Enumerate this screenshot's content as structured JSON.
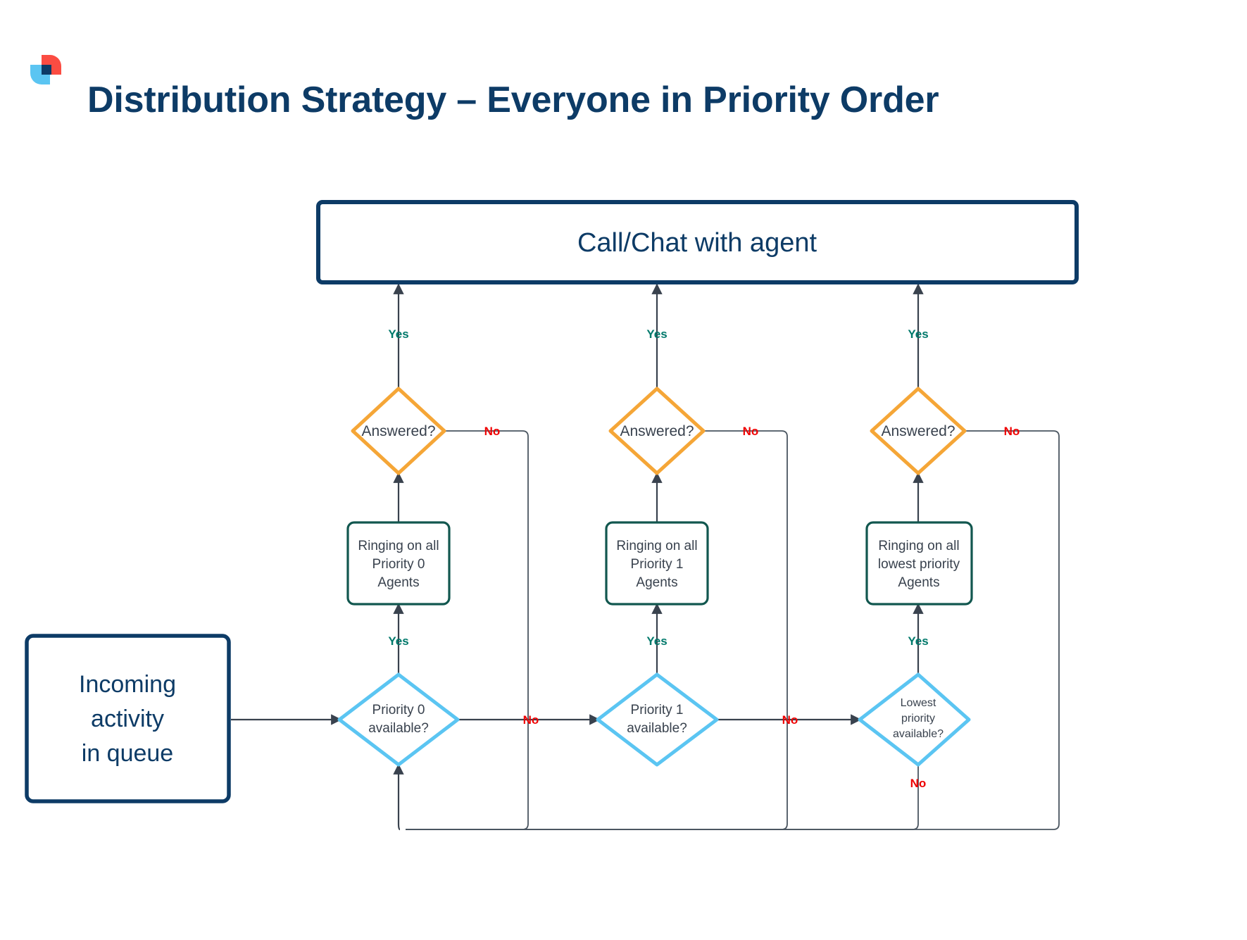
{
  "header": {
    "title": "Distribution Strategy – Everyone in Priority Order",
    "logo_name": "eight-x-eight-logo",
    "logo_colors": {
      "red": "#fb4c42",
      "light_blue": "#5bc5f2",
      "navy": "#0d3b66"
    }
  },
  "diagram": {
    "type": "flowchart",
    "colors": {
      "navy": "#0d3b66",
      "teal_border": "#12574f",
      "amber_border": "#f5a637",
      "light_blue_border": "#5bc5f2",
      "yes_label": "#00796b",
      "no_label": "#ee0000",
      "connector": "#39424e",
      "node_text": "#39424e"
    },
    "start_node": {
      "name": "incoming-activity-in-queue",
      "lines": [
        "Incoming",
        "activity",
        "in queue"
      ]
    },
    "terminal_node": {
      "name": "call-chat-with-agent",
      "label": "Call/Chat with agent"
    },
    "columns": [
      {
        "id": "priority-0",
        "decision_available": {
          "lines": [
            "Priority 0",
            "available?"
          ]
        },
        "process": {
          "lines": [
            "Ringing on all",
            "Priority 0",
            "Agents"
          ]
        },
        "decision_answered": {
          "label": "Answered?"
        },
        "edge_available_yes": "Yes",
        "edge_available_no": "No",
        "edge_answered_yes": "Yes",
        "edge_answered_no": "No"
      },
      {
        "id": "priority-1",
        "decision_available": {
          "lines": [
            "Priority 1",
            "available?"
          ]
        },
        "process": {
          "lines": [
            "Ringing on all",
            "Priority 1",
            "Agents"
          ]
        },
        "decision_answered": {
          "label": "Answered?"
        },
        "edge_available_yes": "Yes",
        "edge_available_no": "No",
        "edge_answered_yes": "Yes",
        "edge_answered_no": "No"
      },
      {
        "id": "lowest-priority",
        "decision_available": {
          "lines": [
            "Lowest",
            "priority",
            "available?"
          ]
        },
        "process": {
          "lines": [
            "Ringing on all",
            "lowest priority",
            "Agents"
          ]
        },
        "decision_answered": {
          "label": "Answered?"
        },
        "edge_available_yes": "Yes",
        "edge_available_no": "No",
        "edge_answered_yes": "Yes",
        "edge_answered_no": "No"
      }
    ]
  }
}
